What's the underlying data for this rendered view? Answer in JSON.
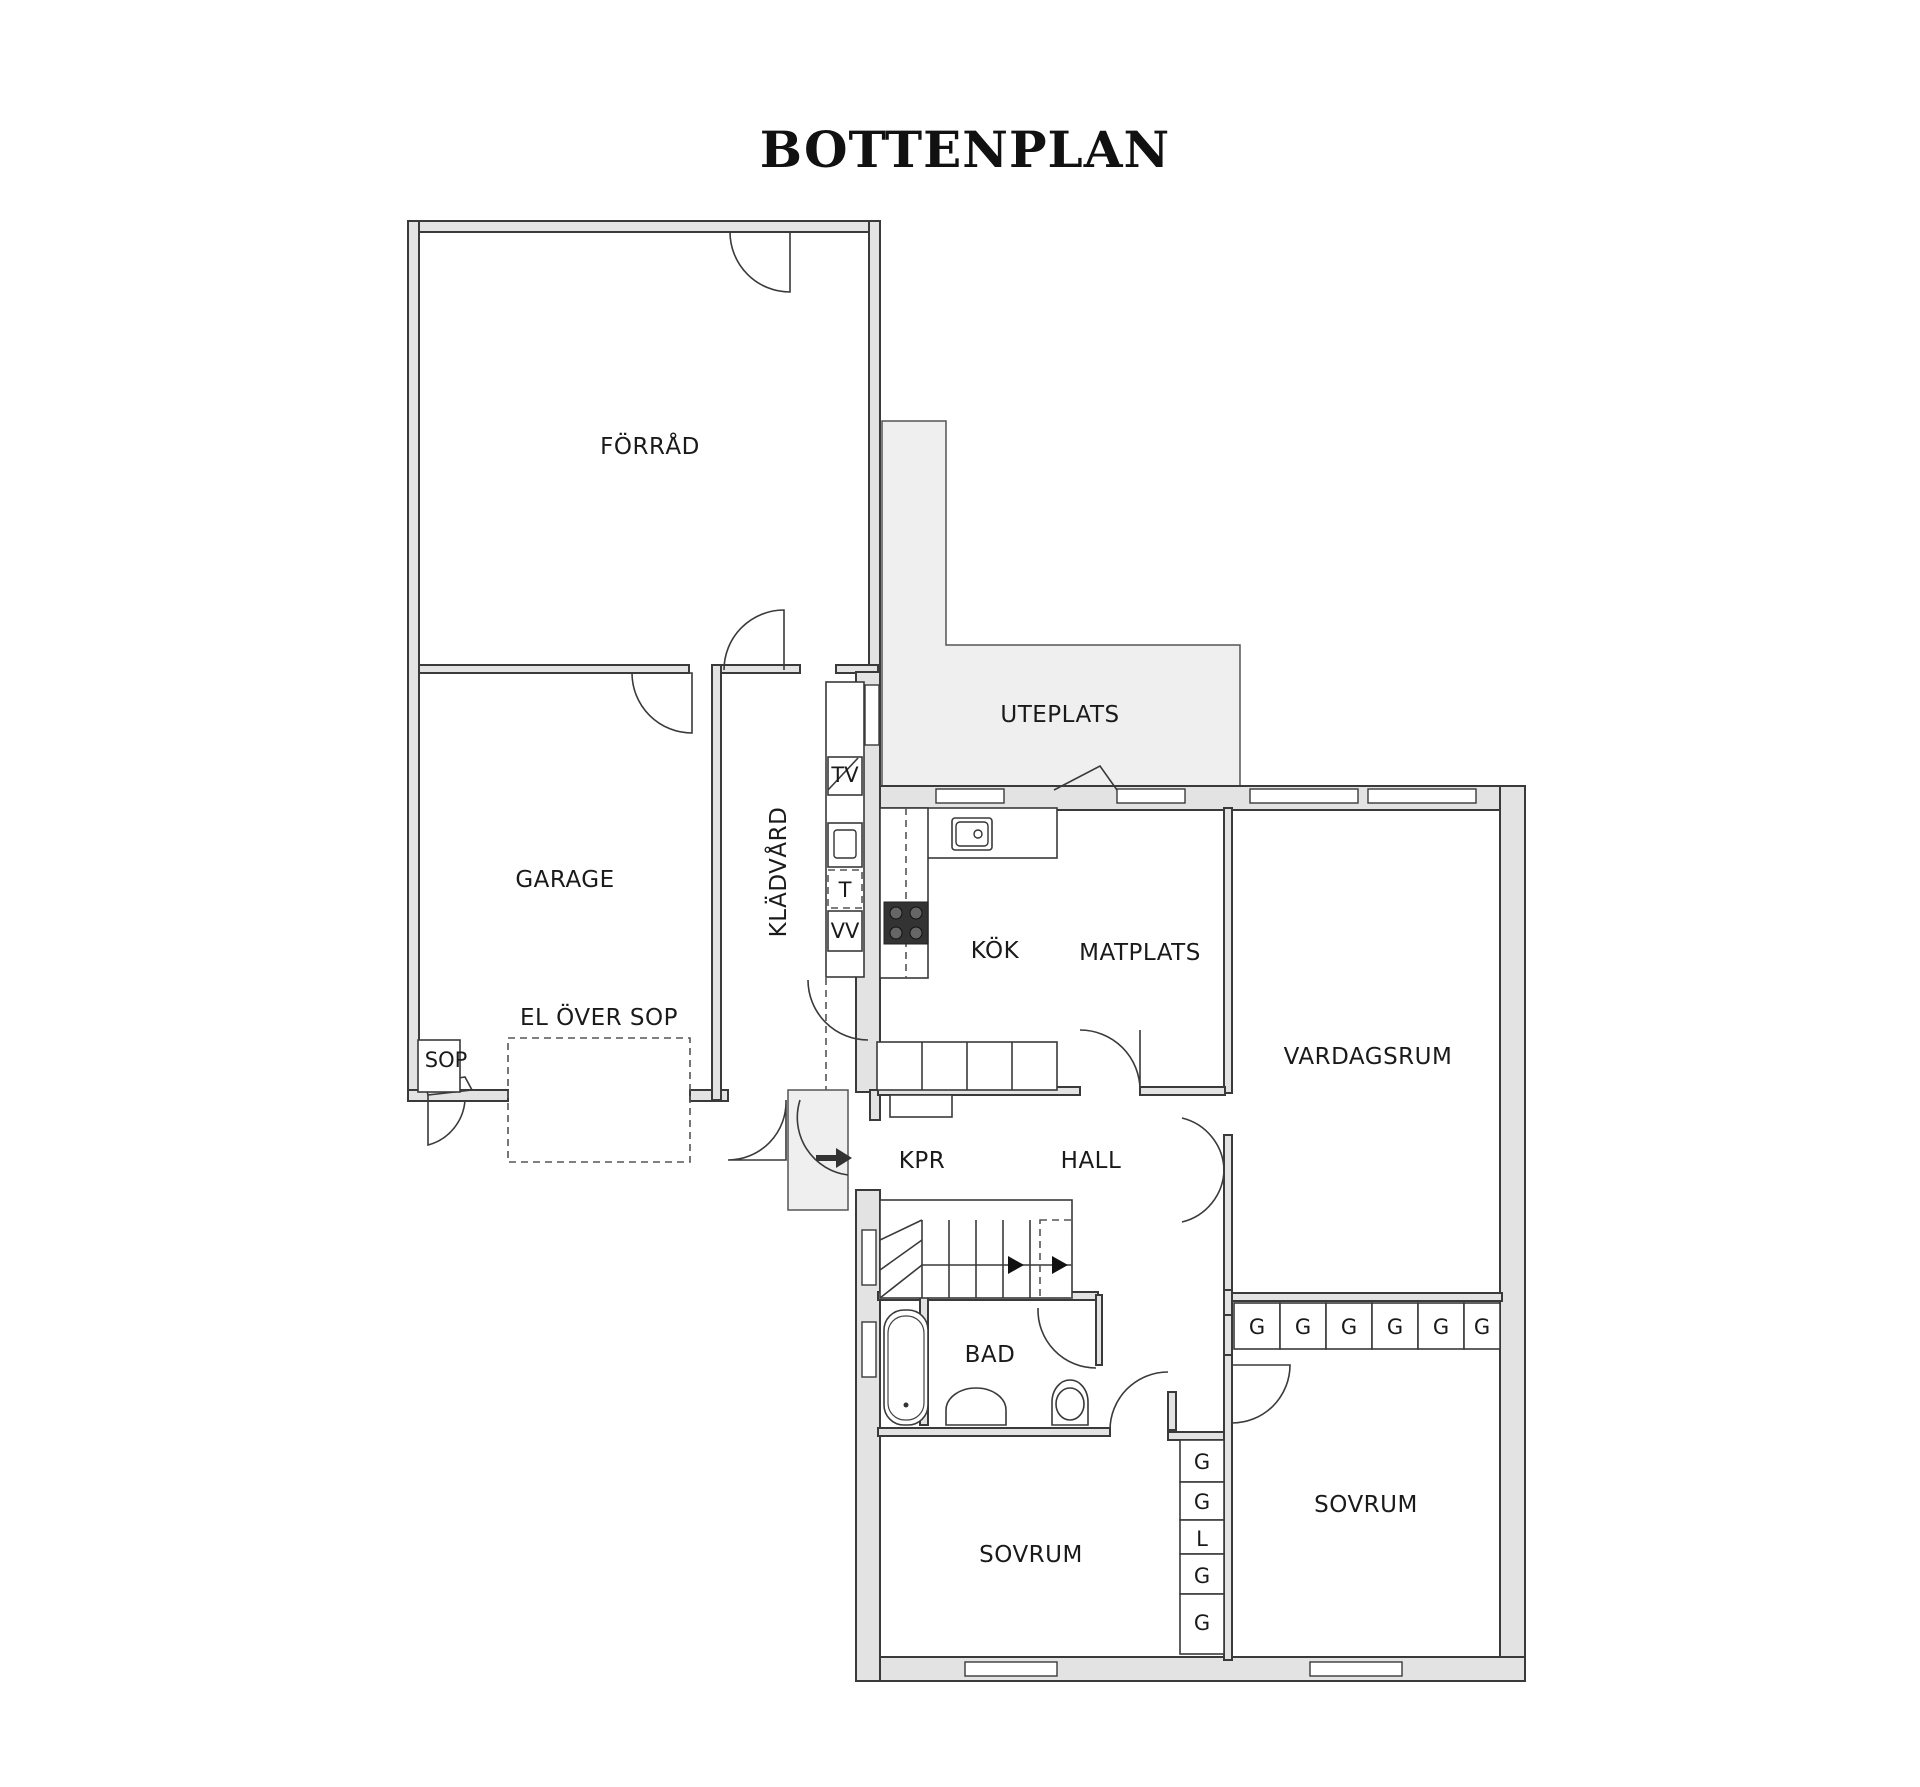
{
  "title": "BOTTENPLAN",
  "rooms": {
    "forrad": "FÖRRÅD",
    "garage": "GARAGE",
    "el_over_sop": "EL ÖVER SOP",
    "sop": "SOP",
    "kladvard": "KLÄDVÅRD",
    "uteplats": "UTEPLATS",
    "kok": "KÖK",
    "matplats": "MATPLATS",
    "vardagsrum": "VARDAGSRUM",
    "kpr": "KPR",
    "hall": "HALL",
    "bad": "BAD",
    "sovrum_left": "SOVRUM",
    "sovrum_right": "SOVRUM"
  },
  "appliances": {
    "tv": "TV",
    "t": "T",
    "vv": "VV"
  },
  "closets_row": [
    "G",
    "G",
    "G",
    "G",
    "G",
    "G"
  ],
  "closets_column": [
    "G",
    "G",
    "L",
    "G",
    "G"
  ]
}
